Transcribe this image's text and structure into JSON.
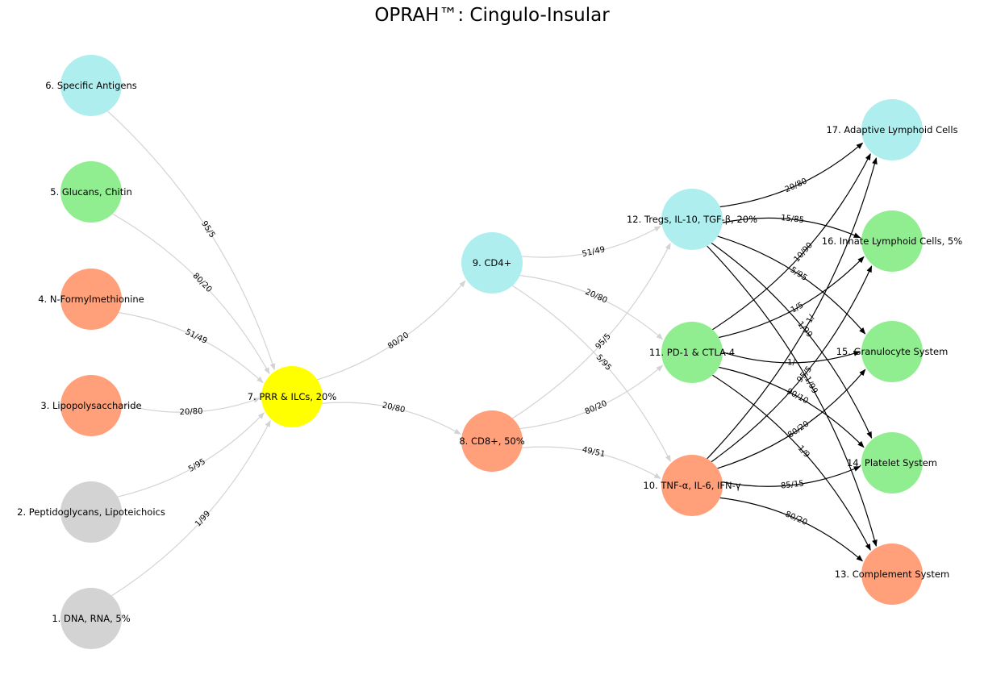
{
  "title": "OPRAH™: Cingulo-Insular",
  "colors": {
    "grey": "#d3d3d3",
    "green": "#90ee90",
    "salmon": "#ffa07a",
    "yellow": "#ffff00",
    "cyan": "#afeeee",
    "input_edge": "#d3d3d3",
    "output_edge": "#000000"
  },
  "nodes": [
    {
      "id": "n1",
      "label": "1. DNA, RNA,  5%",
      "color": "grey"
    },
    {
      "id": "n2",
      "label": "2. Peptidoglycans, Lipoteichoics",
      "color": "grey"
    },
    {
      "id": "n3",
      "label": "3. Lipopolysaccharide",
      "color": "salmon"
    },
    {
      "id": "n4",
      "label": "4. N-Formylmethionine",
      "color": "salmon"
    },
    {
      "id": "n5",
      "label": "5. Glucans, Chitin",
      "color": "green"
    },
    {
      "id": "n6",
      "label": "6. Specific Antigens",
      "color": "cyan"
    },
    {
      "id": "n7",
      "label": "7. PRR & ILCs, 20%",
      "color": "yellow"
    },
    {
      "id": "n8",
      "label": "8. CD8+, 50%",
      "color": "salmon"
    },
    {
      "id": "n9",
      "label": "9. CD4+",
      "color": "cyan"
    },
    {
      "id": "n10",
      "label": "10. TNF-α, IL-6, IFN-γ",
      "color": "salmon"
    },
    {
      "id": "n11",
      "label": "11. PD-1 & CTLA-4",
      "color": "green"
    },
    {
      "id": "n12",
      "label": "12. Tregs, IL-10, TGF-β, 20%",
      "color": "cyan"
    },
    {
      "id": "n13",
      "label": "13. Complement System",
      "color": "salmon"
    },
    {
      "id": "n14",
      "label": "14. Platelet System",
      "color": "green"
    },
    {
      "id": "n15",
      "label": "15. Granulocyte System",
      "color": "green"
    },
    {
      "id": "n16",
      "label": "16. Innate Lymphoid Cells, 5%",
      "color": "green"
    },
    {
      "id": "n17",
      "label": "17. Adaptive Lymphoid Cells",
      "color": "cyan"
    }
  ],
  "edges": [
    {
      "from": "n1",
      "to": "n7",
      "label": "1/99",
      "kind": "input"
    },
    {
      "from": "n2",
      "to": "n7",
      "label": "5/95",
      "kind": "input"
    },
    {
      "from": "n3",
      "to": "n7",
      "label": "20/80",
      "kind": "input"
    },
    {
      "from": "n4",
      "to": "n7",
      "label": "51/49",
      "kind": "input"
    },
    {
      "from": "n5",
      "to": "n7",
      "label": "80/20",
      "kind": "input"
    },
    {
      "from": "n6",
      "to": "n7",
      "label": "95/5",
      "kind": "input"
    },
    {
      "from": "n7",
      "to": "n9",
      "label": "80/20",
      "kind": "input"
    },
    {
      "from": "n7",
      "to": "n8",
      "label": "20/80",
      "kind": "input"
    },
    {
      "from": "n9",
      "to": "n12",
      "label": "51/49",
      "kind": "input"
    },
    {
      "from": "n9",
      "to": "n11",
      "label": "20/80",
      "kind": "input"
    },
    {
      "from": "n9",
      "to": "n10",
      "label": "5/95",
      "kind": "input"
    },
    {
      "from": "n8",
      "to": "n12",
      "label": "95/5",
      "kind": "input"
    },
    {
      "from": "n8",
      "to": "n11",
      "label": "80/20",
      "kind": "input"
    },
    {
      "from": "n8",
      "to": "n10",
      "label": "49/51",
      "kind": "input"
    },
    {
      "from": "n12",
      "to": "n17",
      "label": "20/80",
      "kind": "output"
    },
    {
      "from": "n12",
      "to": "n16",
      "label": "15/85",
      "kind": "output"
    },
    {
      "from": "n12",
      "to": "n15",
      "label": "5/95",
      "kind": "output"
    },
    {
      "from": "n12",
      "to": "n14",
      "label": "1/99",
      "kind": "output"
    },
    {
      "from": "n12",
      "to": "n13",
      "label": "1/99",
      "kind": "output"
    },
    {
      "from": "n11",
      "to": "n17",
      "label": "10/90",
      "kind": "output"
    },
    {
      "from": "n11",
      "to": "n16",
      "label": "1/5",
      "kind": "output"
    },
    {
      "from": "n11",
      "to": "n15",
      "label": "1/",
      "kind": "output"
    },
    {
      "from": "n11",
      "to": "n14",
      "label": "90/10",
      "kind": "output"
    },
    {
      "from": "n11",
      "to": "n13",
      "label": "1/9",
      "kind": "output"
    },
    {
      "from": "n10",
      "to": "n17",
      "label": "1/",
      "kind": "output"
    },
    {
      "from": "n10",
      "to": "n16",
      "label": "95/5",
      "kind": "output"
    },
    {
      "from": "n10",
      "to": "n15",
      "label": "80/20",
      "kind": "output"
    },
    {
      "from": "n10",
      "to": "n14",
      "label": "85/15",
      "kind": "output"
    },
    {
      "from": "n10",
      "to": "n13",
      "label": "80/20",
      "kind": "output"
    }
  ]
}
